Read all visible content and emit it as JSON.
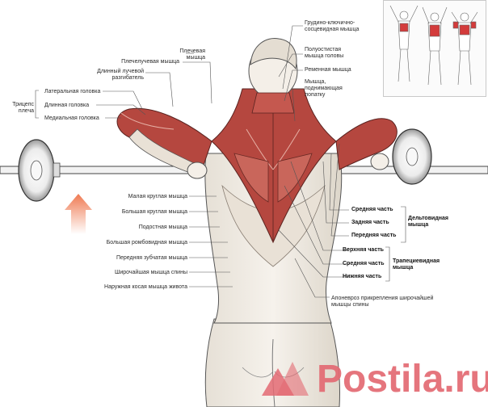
{
  "labels_left": [
    {
      "id": "humeroradial",
      "text": "Плечелучевая мышца"
    },
    {
      "id": "ext_carpi",
      "text": "Длинный лучевой\nразгибатель"
    },
    {
      "id": "brachialis",
      "text": "Плечевая\nмышца"
    },
    {
      "id": "lateral_head",
      "text": "Латеральная головка"
    },
    {
      "id": "long_head",
      "text": "Длинная головка"
    },
    {
      "id": "medial_head",
      "text": "Медиальная головка"
    },
    {
      "id": "triceps",
      "text": "Трицепс\nплеча"
    },
    {
      "id": "teres_minor",
      "text": "Малая круглая мышца"
    },
    {
      "id": "teres_major",
      "text": "Большая круглая мышца"
    },
    {
      "id": "infraspinatus",
      "text": "Подостная мышца"
    },
    {
      "id": "rhomboid",
      "text": "Большая ромбовидная мышца"
    },
    {
      "id": "serratus",
      "text": "Передняя зубчатая мышца"
    },
    {
      "id": "latissimus",
      "text": "Широчайшая мышца спины"
    },
    {
      "id": "oblique",
      "text": "Наружная косая мышца живота"
    }
  ],
  "labels_right": [
    {
      "id": "scm",
      "text": "Грудино-ключично-\nсосцевидная мышца"
    },
    {
      "id": "semispinalis",
      "text": "Полуостистая\nмышца головы"
    },
    {
      "id": "splenius",
      "text": "Ременная мышца"
    },
    {
      "id": "levator",
      "text": "Мышца,\nподнимающая\nлопатку"
    },
    {
      "id": "aponeurosis",
      "text": "Апоневроз прикрепления широчайшей\nмышцы спины"
    }
  ],
  "deltoid": {
    "parts": [
      "Средняя часть",
      "Задняя часть",
      "Передняя часть"
    ],
    "group": "Дельтовидная\nмышца"
  },
  "trapezius": {
    "parts": [
      "Верхняя часть",
      "Средняя часть",
      "Нижняя часть"
    ],
    "group": "Трапециевидная\nмышца"
  },
  "watermark": "Postila.ru",
  "colors": {
    "muscle": "#b5473f",
    "muscle_light": "#d98a7c",
    "skin": "#efe9df",
    "arrow": "#ef7a52",
    "watermark": "#e36a73",
    "inset_muscle": "#d33b3b"
  }
}
